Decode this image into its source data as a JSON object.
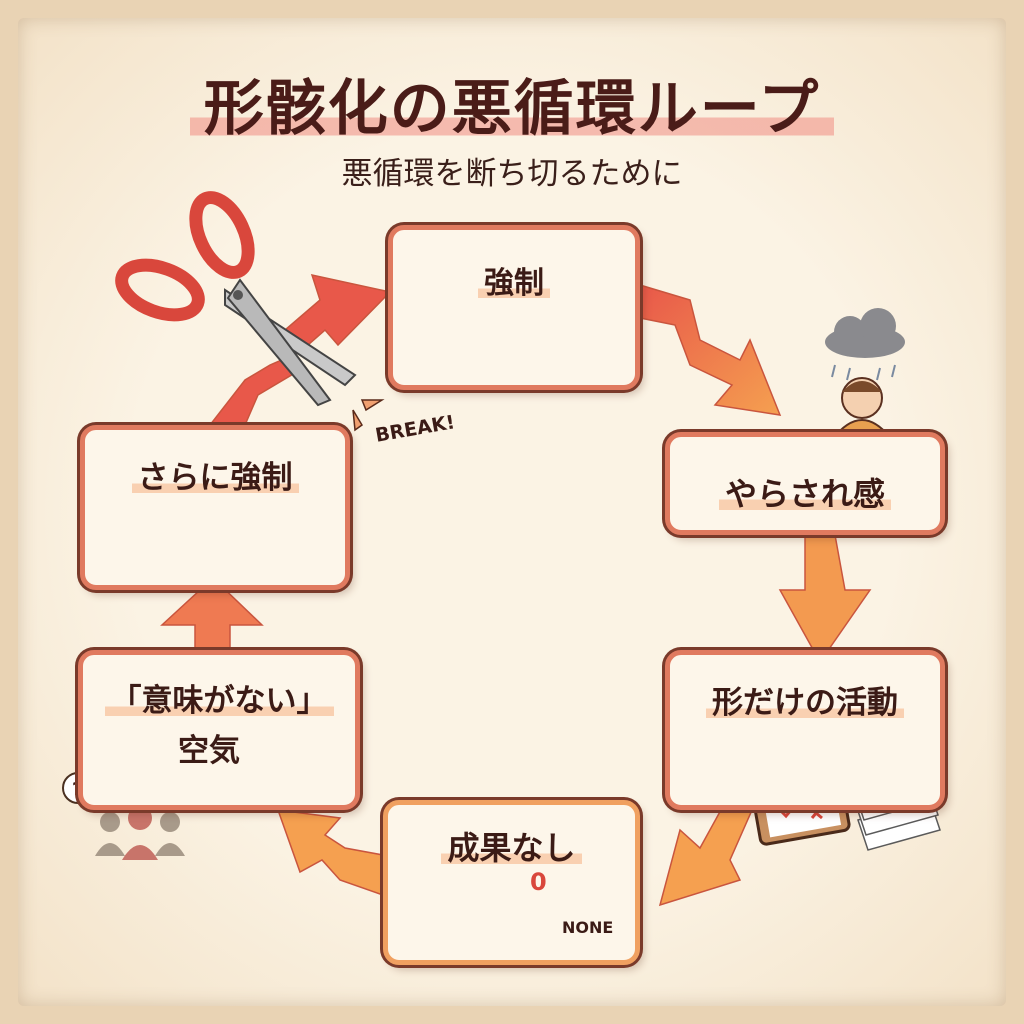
{
  "title": "形骸化の悪循環ループ",
  "subtitle": "悪循環を断ち切るために",
  "steps": [
    {
      "label": "強制"
    },
    {
      "label": "やらされ感"
    },
    {
      "label": "形だけの活動"
    },
    {
      "label": "成果なし"
    },
    {
      "label": "「意味がない」",
      "label2": "空気"
    },
    {
      "label": "さらに強制"
    }
  ],
  "break_label": "BREAK!",
  "chart_zero": "0",
  "chart_none": "NONE",
  "colors": {
    "accent": "#e07a5f",
    "title": "#4a1c18",
    "arrow_start": "#e8584a",
    "arrow_end": "#f5a050"
  }
}
